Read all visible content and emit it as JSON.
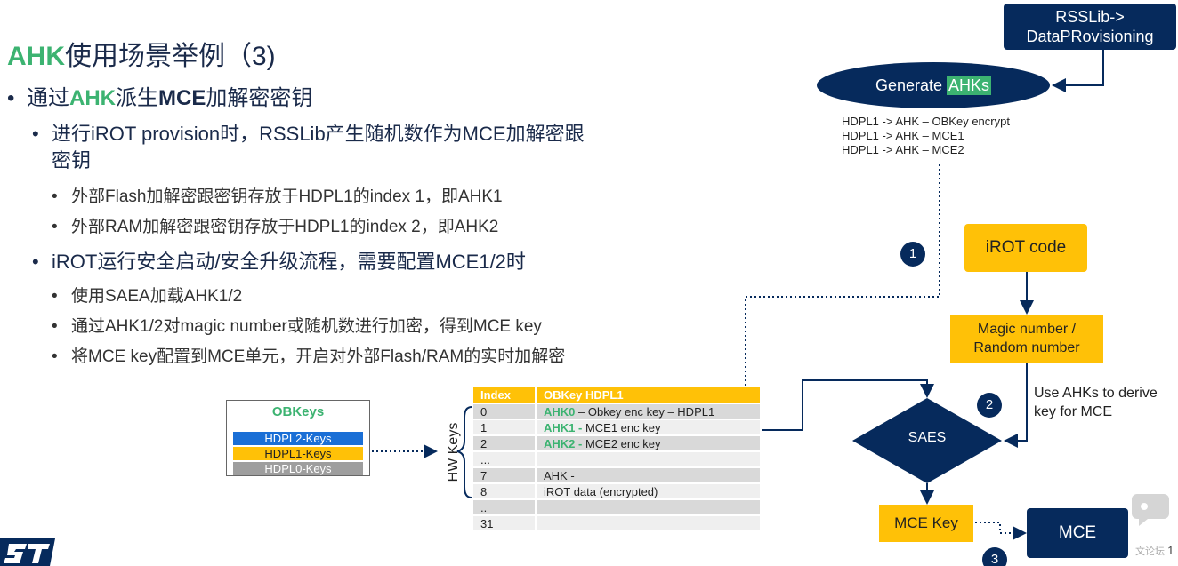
{
  "title": {
    "prefix": "AHK",
    "rest": "使用场景举例（3)"
  },
  "bullets": {
    "l1_pre": "通过",
    "l1_ahk": "AHK",
    "l1_mid": "派生",
    "l1_mce": "MCE",
    "l1_post": "加解密密钥",
    "l2a": "进行iROT provision时，RSSLib产生随机数作为MCE加解密跟",
    "l2a_cont": "密钥",
    "l3a": "外部Flash加解密跟密钥存放于HDPL1的index 1，即AHK1",
    "l3b": "外部RAM加解密跟密钥存放于HDPL1的index 2，即AHK2",
    "l2b": "iROT运行安全启动/安全升级流程，需要配置MCE1/2时",
    "l3c": "使用SAEA加载AHK1/2",
    "l3d": "通过AHK1/2对magic number或随机数进行加密，得到MCE key",
    "l3e": "将MCE key配置到MCE单元，开启对外部Flash/RAM的实时加解密",
    "dot": "•"
  },
  "obkeys": {
    "title": "OBKeys",
    "k2": "HDPL2-Keys",
    "k1": "HDPL1-Keys",
    "k0": "HDPL0-Keys"
  },
  "hwkeys": "HW Keys",
  "table": {
    "h_index": "Index",
    "h_obkey": "OBKey HDPL1",
    "rows": [
      {
        "idx": "0",
        "g": "AHK0",
        "t": " – Obkey enc key – HDPL1"
      },
      {
        "idx": "1",
        "g": "AHK1 - ",
        "t": " MCE1 enc key"
      },
      {
        "idx": "2",
        "g": "AHK2 - ",
        "t": " MCE2 enc key"
      },
      {
        "idx": "...",
        "g": "",
        "t": ""
      },
      {
        "idx": "7",
        "g": "",
        "t": "AHK -"
      },
      {
        "idx": "8",
        "g": "",
        "t": "iROT data (encrypted)"
      },
      {
        "idx": "..",
        "g": "",
        "t": ""
      },
      {
        "idx": "31",
        "g": "",
        "t": ""
      }
    ]
  },
  "flow": {
    "rss_l1": "RSSLib->",
    "rss_l2": "DataPRovisioning",
    "gen_pre": "Generate ",
    "gen_ahk": "AHKs",
    "hdpl1": "HDPL1 -> AHK – OBKey encrypt",
    "hdpl2": "HDPL1 -> AHK – MCE1",
    "hdpl3": "HDPL1 -> AHK – MCE2",
    "irot": "iROT code",
    "magic_l1": "Magic number /",
    "magic_l2": "Random number",
    "use_l1": "Use AHKs to derive",
    "use_l2": "key for MCE",
    "saes": "SAES",
    "mcekey": "MCE Key",
    "mce": "MCE",
    "n1": "1",
    "n2": "2",
    "n3": "3"
  },
  "footer": {
    "site": "文论坛",
    "page": "1"
  },
  "colors": {
    "navy": "#062a5c",
    "gold": "#ffc107",
    "green": "#3cb371",
    "blue": "#1a6fd6"
  }
}
